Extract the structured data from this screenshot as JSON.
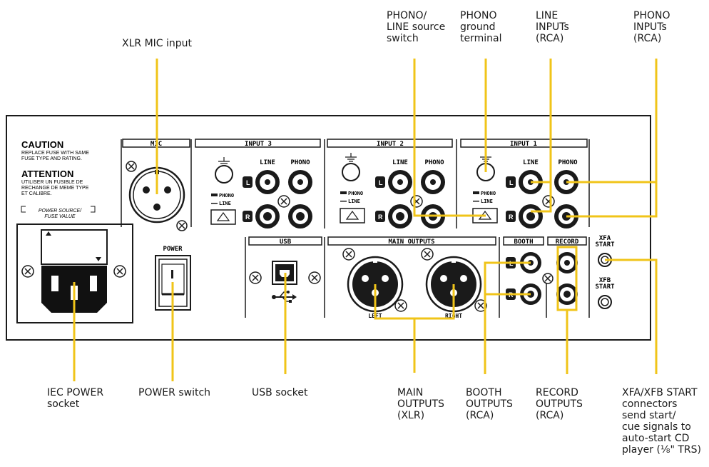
{
  "callouts": {
    "xlr_mic": "XLR MIC input",
    "phono_line_switch": "PHONO/\nLINE source\nswitch",
    "phono_ground": "PHONO\nground\nterminal",
    "line_inputs": "LINE\nINPUTs\n(RCA)",
    "phono_inputs": "PHONO\nINPUTs\n(RCA)",
    "iec_power": "IEC POWER\nsocket",
    "power_switch": "POWER switch",
    "usb_socket": "USB socket",
    "main_outputs": "MAIN\nOUTPUTS\n(XLR)",
    "booth_outputs": "BOOTH\nOUTPUTS\n(RCA)",
    "record_outputs": "RECORD\nOUTPUTS\n(RCA)",
    "xfa_xfb": "XFA/XFB START\nconnectors\nsend start/\ncue signals to\nauto-start CD\nplayer (⅛\" TRS)"
  },
  "panel": {
    "caution_title": "CAUTION",
    "caution_text_1": "REPLACE FUSE WITH SAME",
    "caution_text_2": "FUSE TYPE AND RATING.",
    "attention_title": "ATTENTION",
    "attention_text_1": "UTILISER UN FUSIBLE DE",
    "attention_text_2": "RECHANGE DE MEME TYPE",
    "attention_text_3": "ET CALIBRE.",
    "fuse_text_1": "POWER SOURCE/",
    "fuse_text_2": "FUSE VALUE",
    "mic_header": "MIC",
    "input3_header": "INPUT 3",
    "input2_header": "INPUT 2",
    "input1_header": "INPUT 1",
    "usb_header": "USB",
    "main_outputs_header": "MAIN OUTPUTS",
    "booth_header": "BOOTH",
    "record_header": "RECORD",
    "power_label": "POWER",
    "line_label": "LINE",
    "phono_label": "PHONO",
    "switch_phono": "PHONO",
    "switch_line": "LINE",
    "jack_l": "L",
    "jack_r": "R",
    "left_label": "LEFT",
    "right_label": "RIGHT",
    "xfa_label_1": "XFA",
    "xfa_label_2": "START",
    "xfb_label_1": "XFB",
    "xfb_label_2": "START"
  },
  "colors": {
    "leader": "#f0c419",
    "panel_stroke": "#1a1a1a",
    "text": "#1a1a1a"
  }
}
